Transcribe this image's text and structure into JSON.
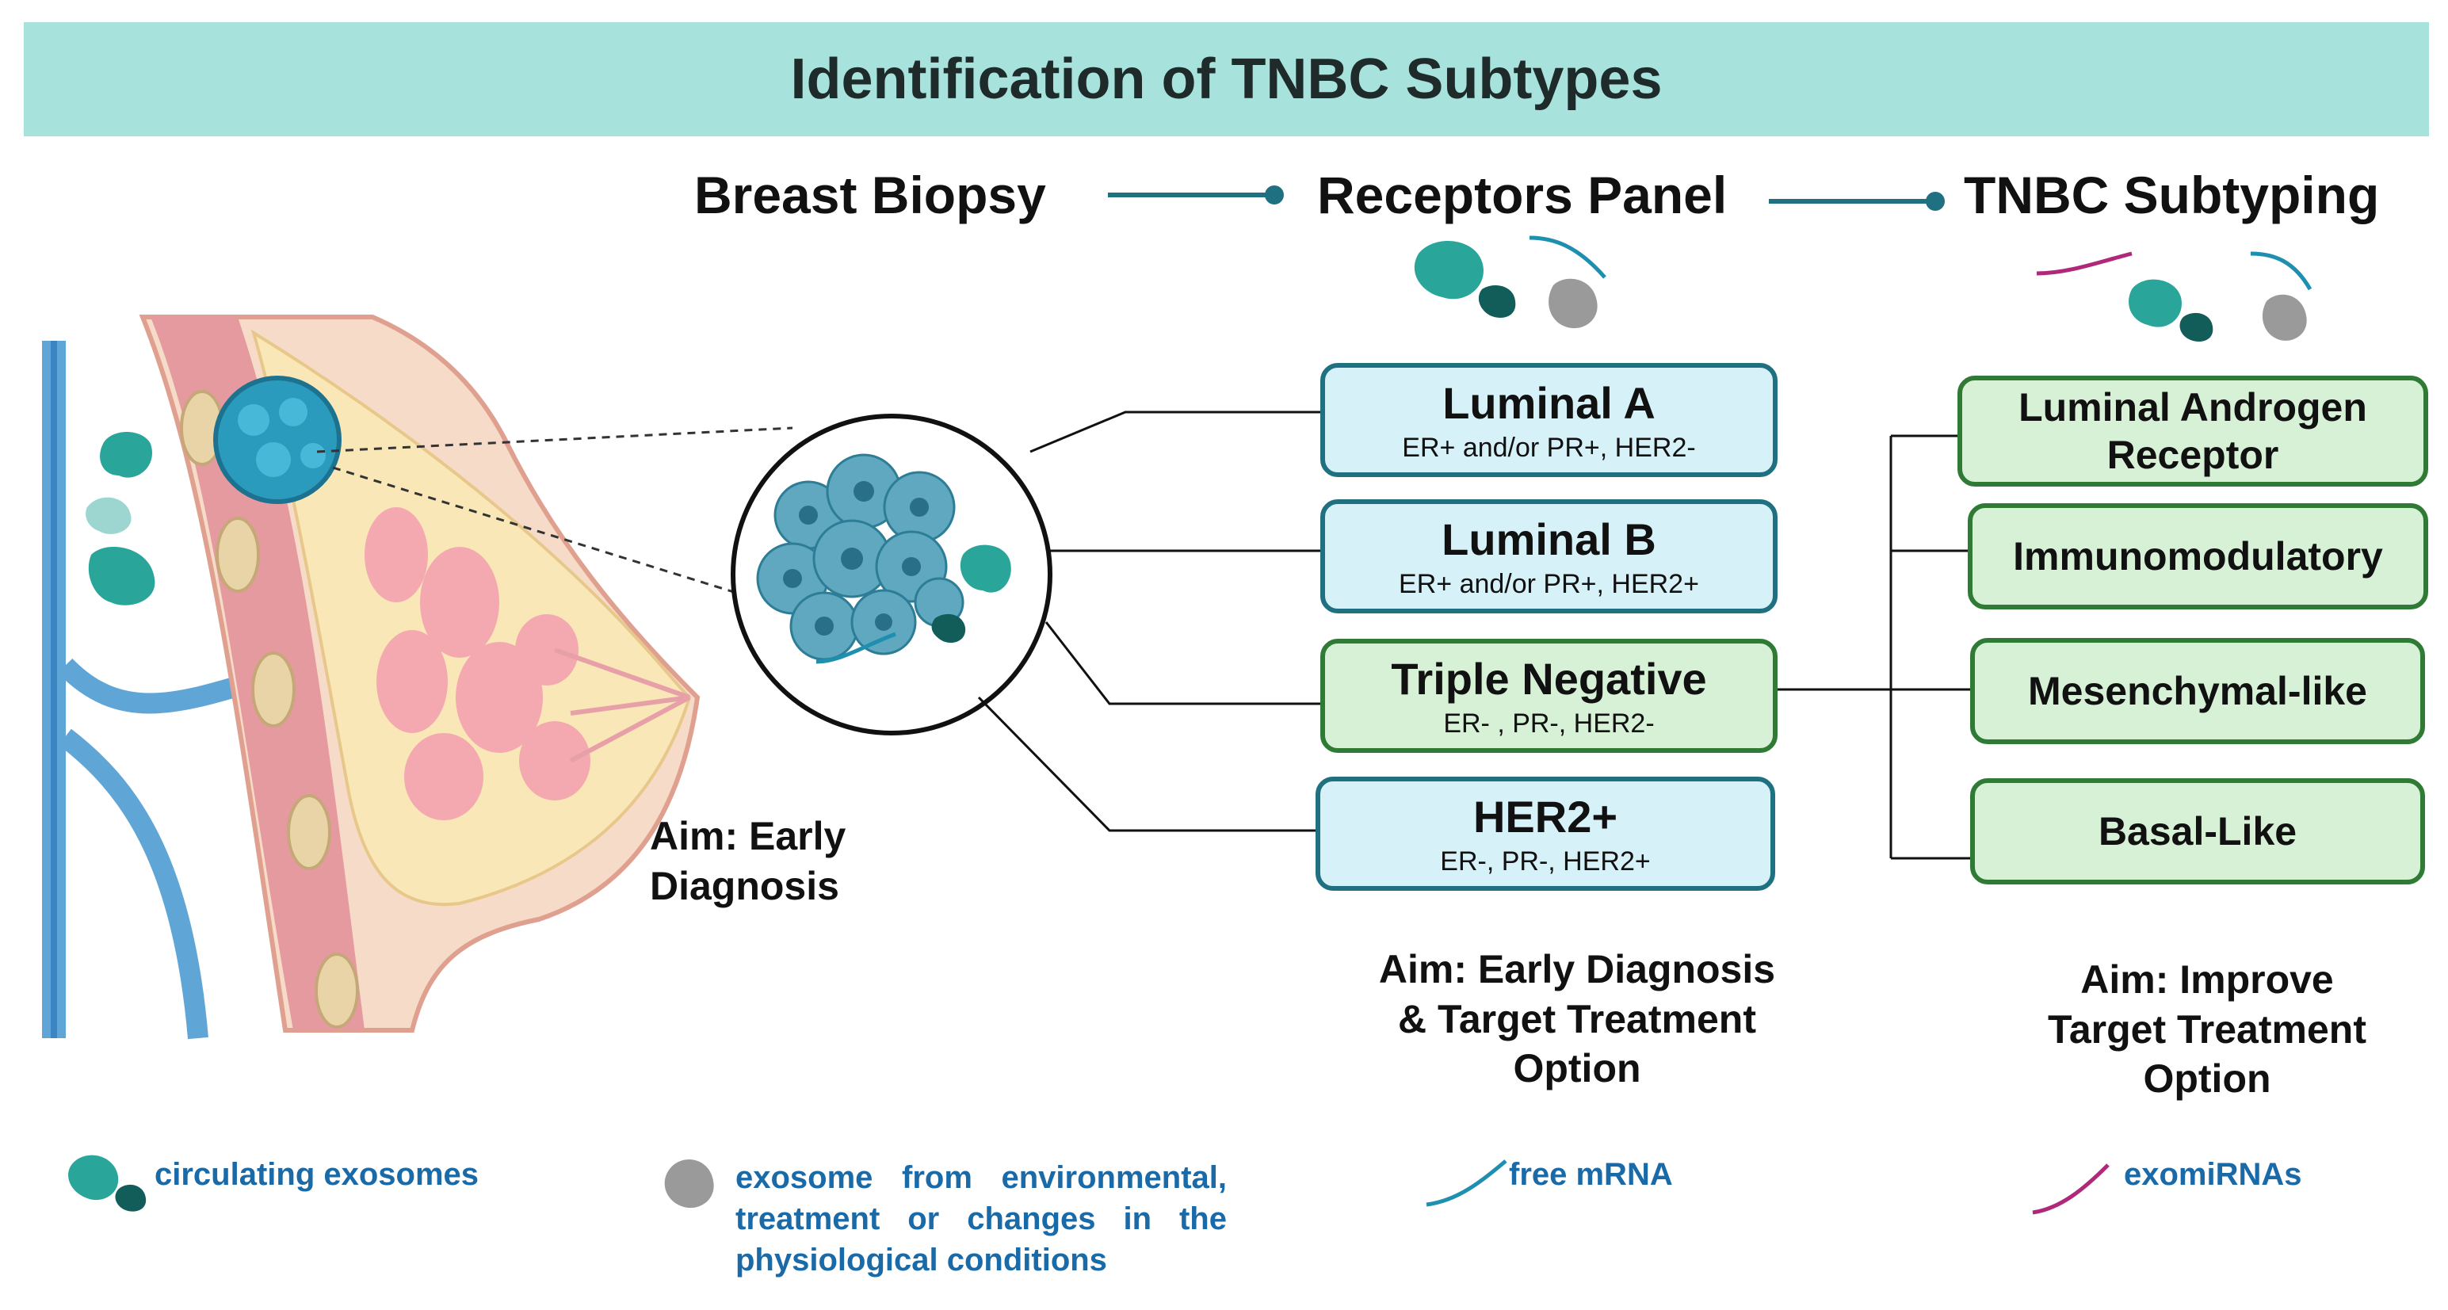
{
  "title": "Identification of TNBC Subtypes",
  "stages": [
    "Breast Biopsy",
    "Receptors Panel",
    "TNBC Subtyping"
  ],
  "receptor_boxes": [
    {
      "title": "Luminal A",
      "subtitle": "ER+ and/or PR+, HER2-",
      "color": "blue"
    },
    {
      "title": "Luminal B",
      "subtitle": "ER+ and/or PR+, HER2+",
      "color": "blue"
    },
    {
      "title": "Triple Negative",
      "subtitle": "ER- , PR-, HER2-",
      "color": "green"
    },
    {
      "title": "HER2+",
      "subtitle": "ER-, PR-, HER2+",
      "color": "blue"
    }
  ],
  "subtype_boxes": [
    "Luminal Androgen Receptor",
    "Immunomodulatory",
    "Mesenchymal-like",
    "Basal-Like"
  ],
  "aims": {
    "biopsy": "Aim: Early Diagnosis",
    "receptors": "Aim: Early Diagnosis & Target Treatment Option",
    "subtyping": "Aim: Improve Target Treatment Option"
  },
  "legend": {
    "circulating": "circulating exosomes",
    "environmental": "exosome from environmental, treatment or changes in the physiological conditions",
    "mrna": "free mRNA",
    "mirna": "exomiRNAs"
  },
  "colors": {
    "banner": "#a7e3dc",
    "teal_box_border": "#1f7080",
    "green_box_border": "#2f7a34",
    "exosome_teal": "#2aa59a",
    "exosome_dark": "#125c5a",
    "exosome_gray": "#9a9a9a",
    "mrna_blue": "#1f8fb0",
    "mirna_magenta": "#b0287a",
    "legend_text": "#1a6aa8"
  },
  "icons": [
    "exosome-icon",
    "gray-exosome-icon",
    "mrna-icon",
    "mirna-icon",
    "breast-anatomy-illustration",
    "tumor-cell-cluster-icon"
  ]
}
